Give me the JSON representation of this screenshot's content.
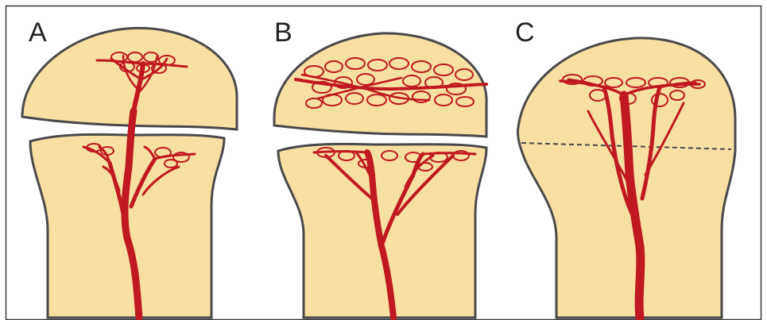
{
  "panels": [
    {
      "label": "A"
    },
    {
      "label": "B"
    },
    {
      "label": "C"
    }
  ],
  "colors": {
    "bone_fill": "#f8dfa2",
    "bone_outline": "#4a4a4a",
    "vessel": "#c0191f",
    "frame": "#3a3a3a",
    "background": "#ffffff"
  }
}
